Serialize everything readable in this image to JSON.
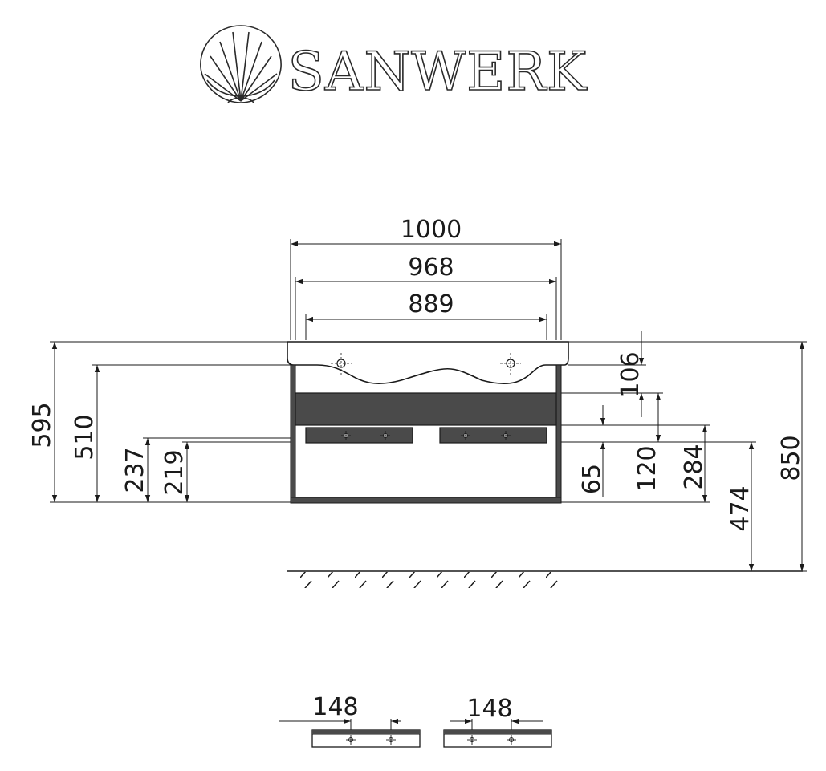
{
  "brand": {
    "name": "SANWERK",
    "logo_icon": "shell-logo-icon"
  },
  "colors": {
    "line": "#1a1a1a",
    "fill": "#4a4a4a",
    "text": "#1a1a1a"
  },
  "dimensions": {
    "width_overall": "1000",
    "width_body": "968",
    "width_top": "889",
    "height_595": "595",
    "height_510": "510",
    "height_237": "237",
    "height_219": "219",
    "height_106": "106",
    "height_65": "65",
    "height_120": "120",
    "height_284": "284",
    "height_474": "474",
    "height_850": "850",
    "detail_left": "148",
    "detail_right": "148"
  }
}
